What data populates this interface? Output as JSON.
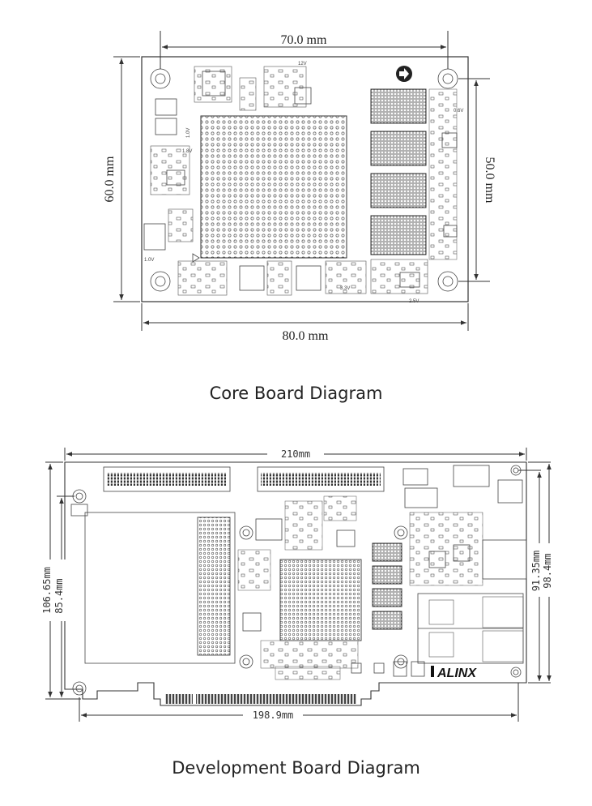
{
  "core": {
    "caption": "Core Board Diagram",
    "width_label": "80.0 mm",
    "height_label": "60.0 mm",
    "hole_span_label": "70.0 mm",
    "hole_vspan_label": "50.0 mm",
    "silk": {
      "v12": "12V",
      "v06": "0.6V",
      "v18": "1.8V",
      "v33": "3.3V",
      "v25": "2.5V",
      "v1v": "1.0V",
      "vccaux": "1.0V"
    }
  },
  "dev": {
    "caption": "Development Board Diagram",
    "width_label": "210mm",
    "bottom_label": "198.9mm",
    "h1_label": "106.65mm",
    "h2_label": "85.4mm",
    "h3_label": "91.35mm",
    "h4_label": "98.4mm",
    "brand": "ALINX"
  }
}
